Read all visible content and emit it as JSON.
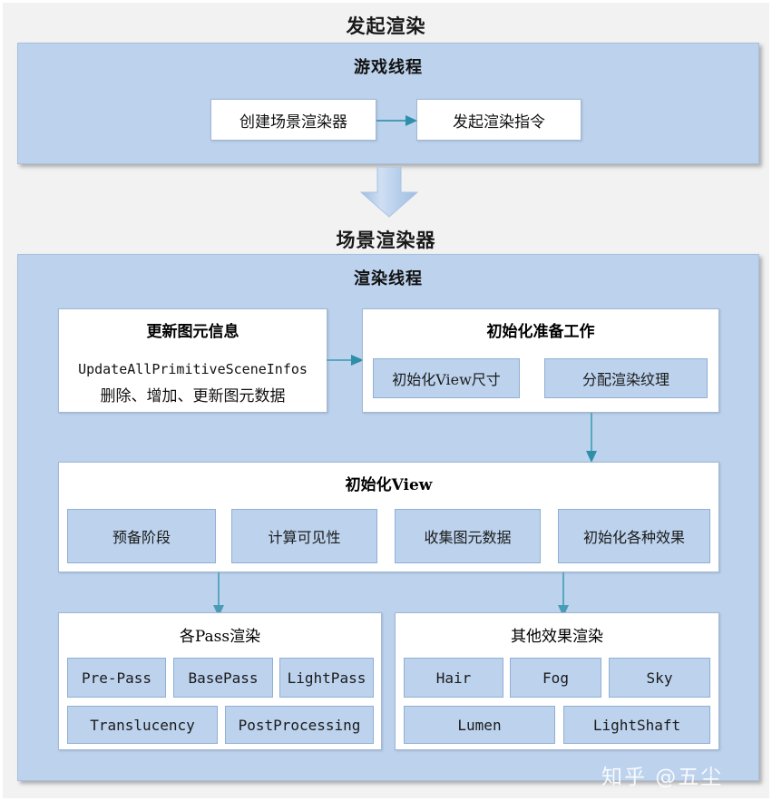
{
  "canvas": {
    "background": "#f2f2f2",
    "panel_fill": "#bcd2ed",
    "chip_fill": "#bcd2ed",
    "card_fill": "#ffffff",
    "connector_color": "#4a9cb5",
    "border_color": "#9fb8d4"
  },
  "sections": {
    "top": {
      "title": "发起渲染",
      "panel_title": "游戏线程",
      "nodes": [
        {
          "label": "创建场景渲染器"
        },
        {
          "label": "发起渲染指令"
        }
      ]
    },
    "bottom": {
      "title": "场景渲染器",
      "panel_title": "渲染线程",
      "update_card": {
        "title": "更新图元信息",
        "mono_line": "UpdateAllPrimitiveSceneInfos",
        "cn_line": "删除、增加、更新图元数据"
      },
      "init_prep_card": {
        "title": "初始化准备工作",
        "chips": [
          {
            "label": "初始化View尺寸"
          },
          {
            "label": "分配渲染纹理"
          }
        ]
      },
      "init_view_card": {
        "title": "初始化View",
        "chips": [
          {
            "label": "预备阶段"
          },
          {
            "label": "计算可见性"
          },
          {
            "label": "收集图元数据"
          },
          {
            "label": "初始化各种效果"
          }
        ]
      },
      "pass_card": {
        "title": "各Pass渲染",
        "chips_row1": [
          {
            "label": "Pre-Pass"
          },
          {
            "label": "BasePass"
          },
          {
            "label": "LightPass"
          }
        ],
        "chips_row2": [
          {
            "label": "Translucency"
          },
          {
            "label": "PostProcessing"
          }
        ]
      },
      "effects_card": {
        "title": "其他效果渲染",
        "chips_row1": [
          {
            "label": "Hair"
          },
          {
            "label": "Fog"
          },
          {
            "label": "Sky"
          }
        ],
        "chips_row2": [
          {
            "label": "Lumen"
          },
          {
            "label": "LightShaft"
          }
        ]
      }
    }
  },
  "watermark": {
    "text": "知乎 @五尘"
  }
}
